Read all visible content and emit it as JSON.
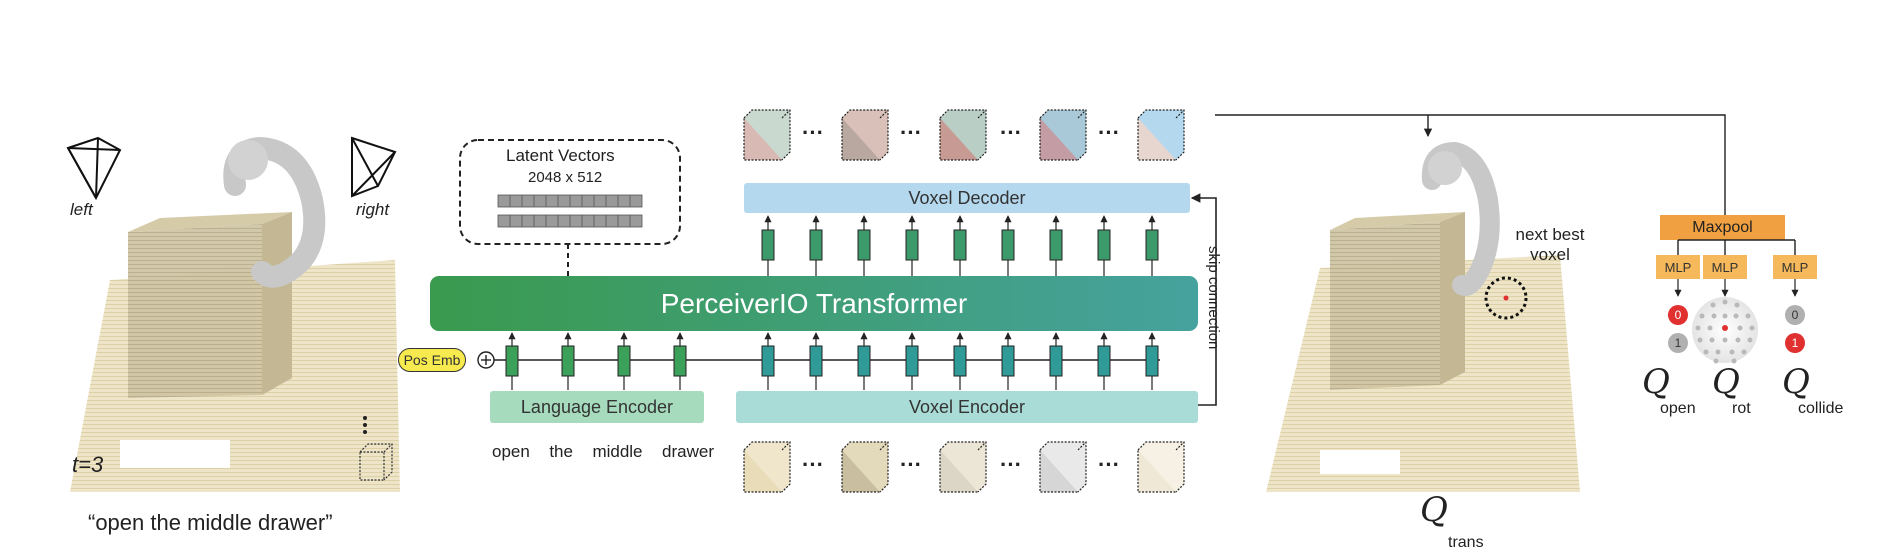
{
  "left_scene": {
    "camera_left_label": "left",
    "camera_right_label": "right",
    "timestep_label": "t=3",
    "instruction_quote": "“open the middle drawer”"
  },
  "latent": {
    "title": "Latent Vectors",
    "dims": "2048 x 512"
  },
  "transformer": {
    "label": "PerceiverIO Transformer",
    "gradient_start": "#3a9a4e",
    "gradient_end": "#45a29e"
  },
  "decoder": {
    "label": "Voxel Decoder",
    "color": "#b4d8ee"
  },
  "encoder": {
    "label": "Voxel Encoder",
    "color": "#a9dcd6"
  },
  "language_encoder": {
    "label": "Language Encoder",
    "color": "#a6dcbd"
  },
  "pos_emb": {
    "label": "Pos Emb",
    "color": "#f6ea4e",
    "plus": "+"
  },
  "instruction_words": [
    "open",
    "the",
    "middle",
    "drawer"
  ],
  "skip_label": "skip connection",
  "ellipsis": "···",
  "right_scene": {
    "next_best_label": "next best voxel",
    "next_best_line1": "next best",
    "next_best_line2": "voxel",
    "q_trans_symbol": "Q",
    "q_trans_sub": "trans"
  },
  "heads": {
    "maxpool_label": "Maxpool",
    "maxpool_color": "#f0a040",
    "mlp_label": "MLP",
    "mlp_color": "#f5b85a",
    "open": {
      "top": "0",
      "bottom": "1",
      "symbol": "Q",
      "sub": "open"
    },
    "rot": {
      "symbol": "Q",
      "sub": "rot"
    },
    "collide": {
      "top": "0",
      "bottom": "1",
      "symbol": "Q",
      "sub": "collide"
    },
    "active_color": "#e03030",
    "inactive_color": "#b0b0b0"
  }
}
